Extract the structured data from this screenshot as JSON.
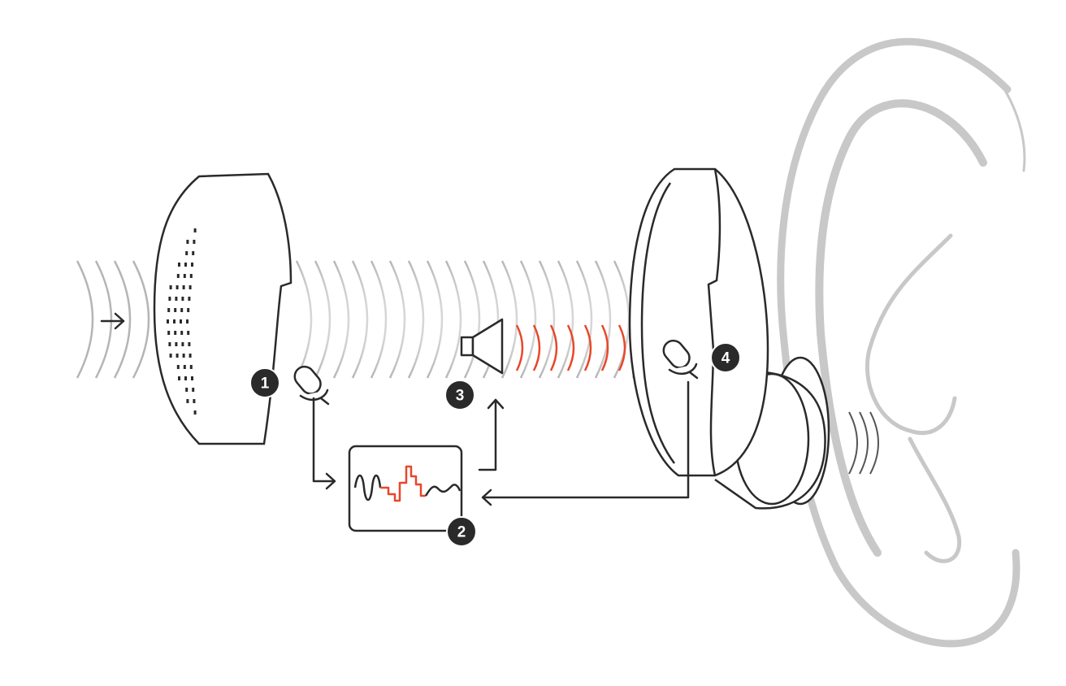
{
  "diagram": {
    "steps": [
      {
        "number": "1"
      },
      {
        "number": "2"
      },
      {
        "number": "3"
      },
      {
        "number": "4"
      }
    ],
    "colors": {
      "line": "#2a2a2a",
      "accent": "#e8472a",
      "wave": "#b5b5b5",
      "ear": "#c8c8c8",
      "badge_fill": "#2a2a2a",
      "badge_text": "#ffffff"
    },
    "icons": [
      "arrow-right-icon",
      "microphone-icon",
      "speaker-icon",
      "waveform-icon",
      "ear-icon",
      "earbud-icon"
    ]
  }
}
